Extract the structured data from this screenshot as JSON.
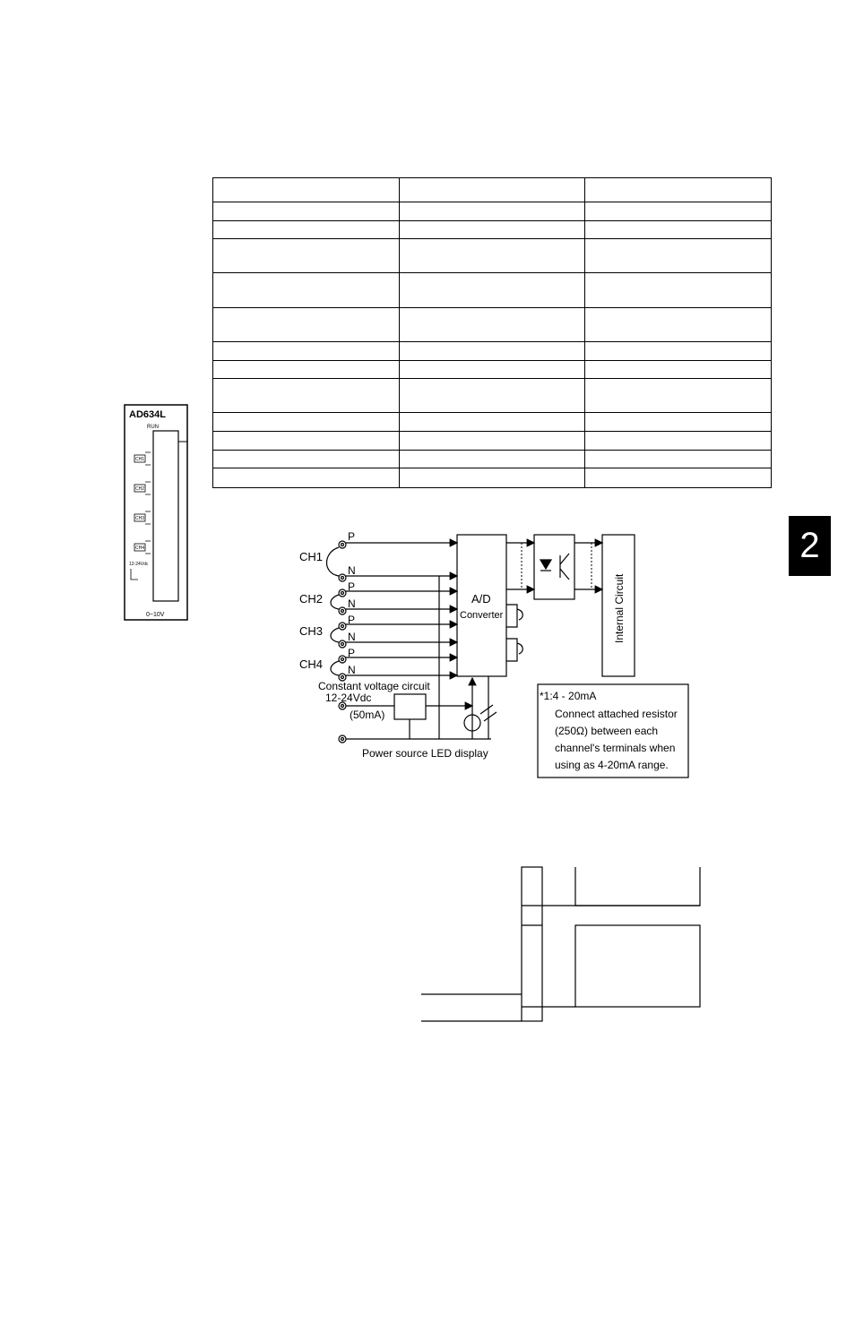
{
  "chapter_tab": {
    "number": "2"
  },
  "module": {
    "model": "AD634L",
    "run_label": "RUN",
    "channel_labels": [
      "CH1",
      "CH2",
      "CH3",
      "CH4"
    ],
    "range_label": "0~10V"
  },
  "spec_table": {
    "row_count": 13,
    "col_count": 3
  },
  "circuit": {
    "channels": [
      "CH1",
      "CH2",
      "CH3",
      "CH4"
    ],
    "terminal_p": "P",
    "terminal_n": "N",
    "converter_line1": "A/D",
    "converter_line2": "Converter",
    "internal_circuit": "Internal Circuit",
    "const_voltage": "Constant voltage circuit",
    "voltage_range": "12-24Vdc",
    "current": "(50mA)",
    "led_label": "Power source LED display",
    "note_title": "*1:4 - 20mA",
    "note_lines": [
      "Connect attached resistor",
      "(250Ω) between each",
      "channel's terminals when",
      "using as 4-20mA range."
    ]
  }
}
